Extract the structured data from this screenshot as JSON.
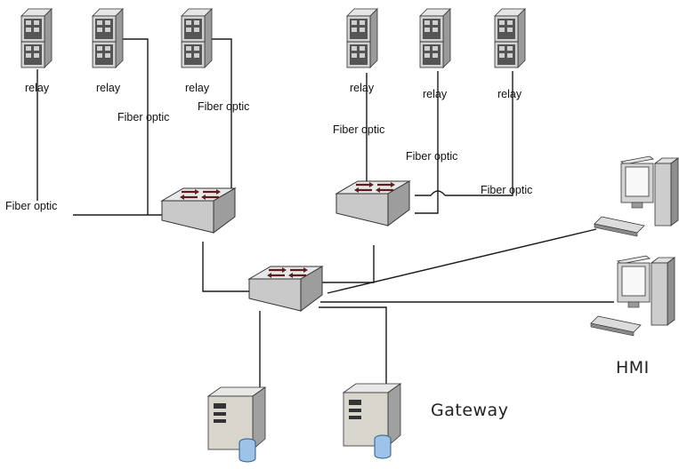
{
  "labels": {
    "relay": "relay",
    "fiber_optic": "Fiber optic",
    "gateway": "Gateway",
    "hmi": "HMI"
  },
  "icons": {
    "relay": "relay-icon",
    "switch": "network-switch-icon",
    "workstation": "computer-workstation-icon",
    "server": "server-icon"
  }
}
